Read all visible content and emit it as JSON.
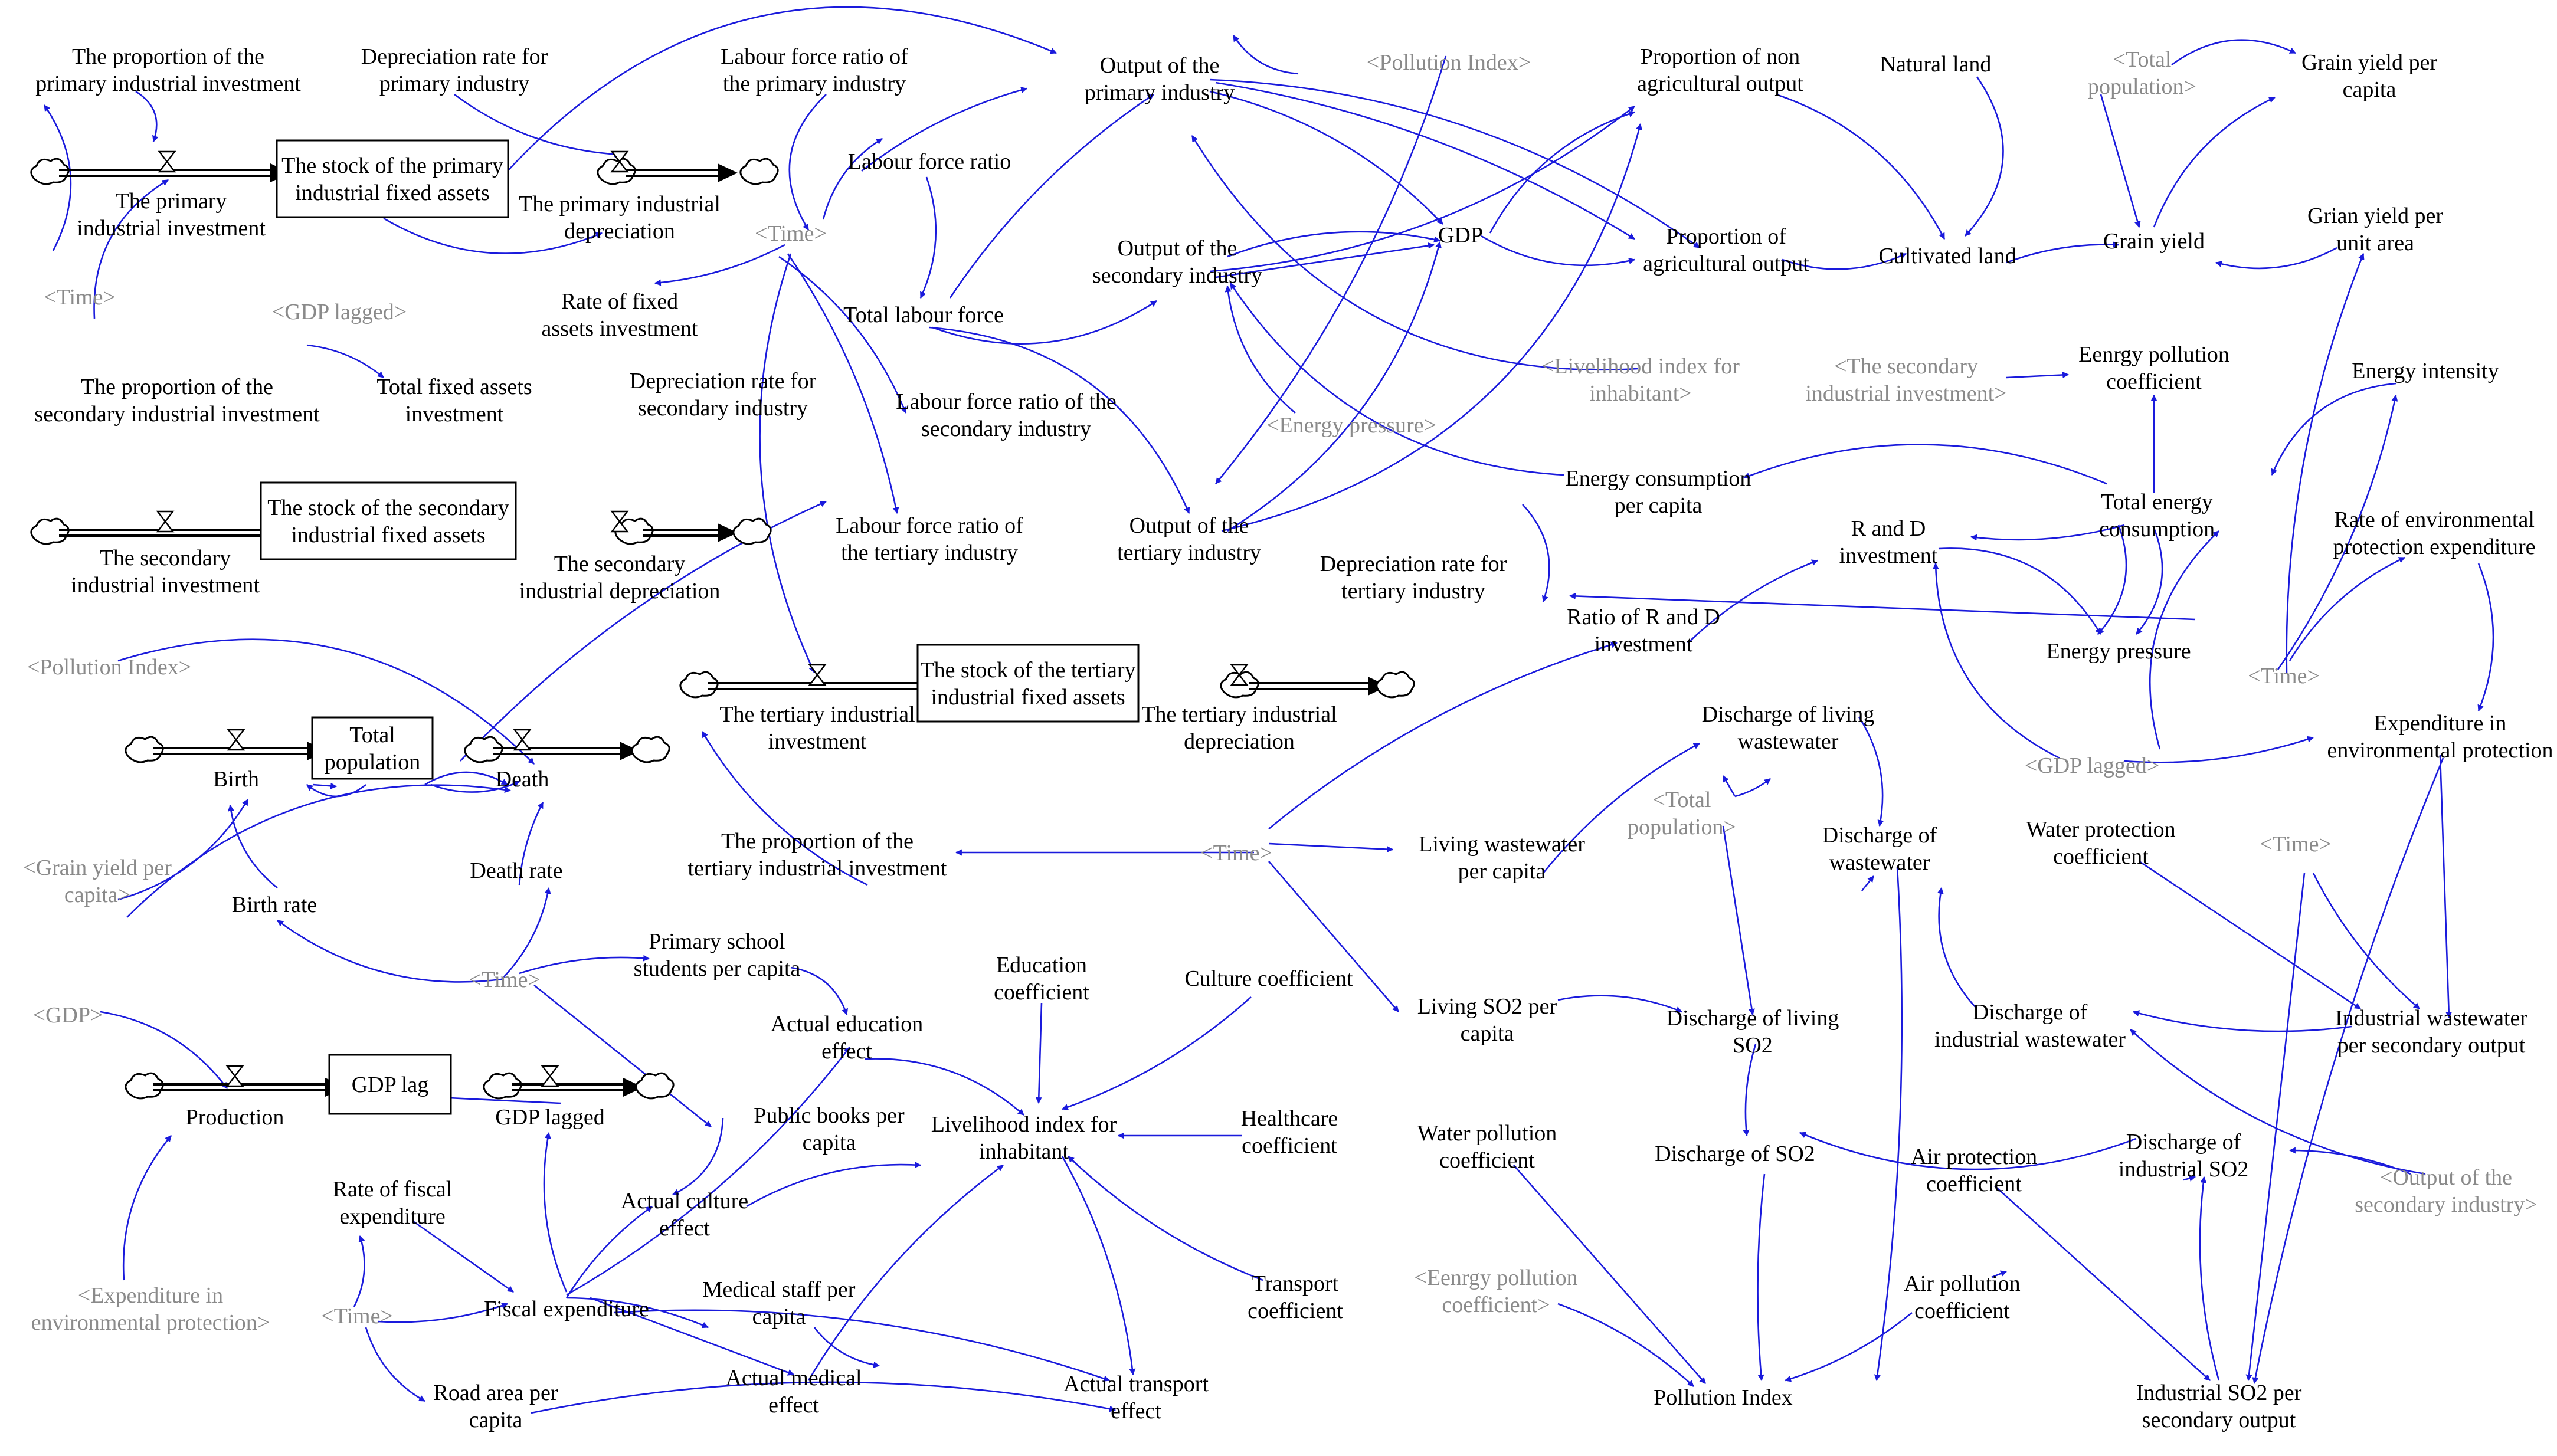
{
  "colors": {
    "background": "#ffffff",
    "variable_text": "#000000",
    "shadow_variable_text": "#8a8a8a",
    "causal_link": "#1a1adc",
    "stock_flow_pipe": "#000000"
  },
  "stocks": [
    {
      "key": "primary_stock",
      "lines": [
        "The stock of the primary",
        "industrial fixed assets"
      ]
    },
    {
      "key": "secondary_stock",
      "lines": [
        "The stock of the secondary",
        "industrial fixed assets"
      ]
    },
    {
      "key": "tertiary_stock",
      "lines": [
        "The stock of the tertiary",
        "industrial fixed assets"
      ]
    },
    {
      "key": "population",
      "lines": [
        "Total",
        "population"
      ]
    },
    {
      "key": "gdp_lag",
      "lines": [
        "GDP lag"
      ]
    }
  ],
  "variables": [
    {
      "key": "prop_primary_inv",
      "shadow": false,
      "lines": [
        "The proportion of the",
        "primary industrial investment"
      ]
    },
    {
      "key": "dep_rate_primary",
      "shadow": false,
      "lines": [
        "Depreciation rate for",
        "primary industry"
      ]
    },
    {
      "key": "labour_ratio_primary",
      "shadow": false,
      "lines": [
        "Labour force ratio of",
        "the primary industry"
      ]
    },
    {
      "key": "output_primary",
      "shadow": false,
      "lines": [
        "Output of the",
        "primary industry"
      ]
    },
    {
      "key": "pollution_index_sh1",
      "shadow": true,
      "lines": [
        "<Pollution Index>"
      ]
    },
    {
      "key": "prop_non_agri",
      "shadow": false,
      "lines": [
        "Proportion of non",
        "agricultural output"
      ]
    },
    {
      "key": "natural_land",
      "shadow": false,
      "lines": [
        "Natural land"
      ]
    },
    {
      "key": "total_pop_sh1",
      "shadow": true,
      "lines": [
        "<Total",
        "population>"
      ]
    },
    {
      "key": "grain_yield_pc",
      "shadow": false,
      "lines": [
        "Grain yield per",
        "capita"
      ]
    },
    {
      "key": "primary_inv_flow",
      "shadow": false,
      "lines": [
        "The primary",
        "industrial investment"
      ]
    },
    {
      "key": "primary_dep_flow",
      "shadow": false,
      "lines": [
        "The primary industrial",
        "depreciation"
      ]
    },
    {
      "key": "labour_force_ratio",
      "shadow": false,
      "lines": [
        "Labour force ratio"
      ]
    },
    {
      "key": "time_sh1",
      "shadow": true,
      "lines": [
        "<Time>"
      ]
    },
    {
      "key": "output_secondary",
      "shadow": false,
      "lines": [
        "Output of the",
        "secondary industry"
      ]
    },
    {
      "key": "gdp",
      "shadow": false,
      "lines": [
        "GDP"
      ]
    },
    {
      "key": "prop_agri",
      "shadow": false,
      "lines": [
        "Proportion of",
        "agricultural output"
      ]
    },
    {
      "key": "cultivated_land",
      "shadow": false,
      "lines": [
        "Cultivated land"
      ]
    },
    {
      "key": "grain_yield",
      "shadow": false,
      "lines": [
        "Grain yield"
      ]
    },
    {
      "key": "grain_yield_area",
      "shadow": false,
      "lines": [
        "Grian yield per",
        "unit area"
      ]
    },
    {
      "key": "time_sh2",
      "shadow": true,
      "lines": [
        "<Time>"
      ]
    },
    {
      "key": "gdp_lagged_sh1",
      "shadow": true,
      "lines": [
        "<GDP lagged>"
      ]
    },
    {
      "key": "rate_fixed_assets",
      "shadow": false,
      "lines": [
        "Rate of fixed",
        "assets investment"
      ]
    },
    {
      "key": "total_labour",
      "shadow": false,
      "lines": [
        "Total labour force"
      ]
    },
    {
      "key": "prop_secondary_inv",
      "shadow": false,
      "lines": [
        "The proportion of the",
        "secondary industrial investment"
      ]
    },
    {
      "key": "total_fixed_inv",
      "shadow": false,
      "lines": [
        "Total fixed assets",
        "investment"
      ]
    },
    {
      "key": "dep_rate_secondary",
      "shadow": false,
      "lines": [
        "Depreciation rate for",
        "secondary industry"
      ]
    },
    {
      "key": "labour_ratio_secondary",
      "shadow": false,
      "lines": [
        "Labour force ratio of the",
        "secondary industry"
      ]
    },
    {
      "key": "livelihood_sh",
      "shadow": true,
      "lines": [
        "<Livelihood index for",
        "inhabitant>"
      ]
    },
    {
      "key": "secondary_inv_sh1",
      "shadow": true,
      "lines": [
        "<The secondary",
        "industrial investment>"
      ]
    },
    {
      "key": "energy_pollution_coef",
      "shadow": false,
      "lines": [
        "Eenrgy pollution",
        "coefficient"
      ]
    },
    {
      "key": "energy_intensity",
      "shadow": false,
      "lines": [
        "Energy intensity"
      ]
    },
    {
      "key": "energy_pressure_sh",
      "shadow": true,
      "lines": [
        "<Energy pressure>"
      ]
    },
    {
      "key": "energy_pc",
      "shadow": false,
      "lines": [
        "Energy consumption",
        "per capita"
      ]
    },
    {
      "key": "total_energy",
      "shadow": false,
      "lines": [
        "Total energy",
        "consumption"
      ]
    },
    {
      "key": "secondary_inv_flow",
      "shadow": false,
      "lines": [
        "The secondary",
        "industrial investment"
      ]
    },
    {
      "key": "secondary_dep_flow",
      "shadow": false,
      "lines": [
        "The secondary",
        "industrial depreciation"
      ]
    },
    {
      "key": "labour_ratio_tertiary",
      "shadow": false,
      "lines": [
        "Labour force ratio of",
        "the tertiary industry"
      ]
    },
    {
      "key": "output_tertiary",
      "shadow": false,
      "lines": [
        "Output of the",
        "tertiary industry"
      ]
    },
    {
      "key": "dep_rate_tertiary",
      "shadow": false,
      "lines": [
        "Depreciation rate for",
        "tertiary industry"
      ]
    },
    {
      "key": "rd_inv",
      "shadow": false,
      "lines": [
        "R and D",
        "investment"
      ]
    },
    {
      "key": "rate_env_exp",
      "shadow": false,
      "lines": [
        "Rate of environmental",
        "protection expenditure"
      ]
    },
    {
      "key": "ratio_rd",
      "shadow": false,
      "lines": [
        "Ratio of R and D",
        "investment"
      ]
    },
    {
      "key": "energy_pressure",
      "shadow": false,
      "lines": [
        "Energy pressure"
      ]
    },
    {
      "key": "pollution_index_sh2",
      "shadow": true,
      "lines": [
        "<Pollution Index>"
      ]
    },
    {
      "key": "time_sh3",
      "shadow": true,
      "lines": [
        "<Time>"
      ]
    },
    {
      "key": "tertiary_inv_flow",
      "shadow": false,
      "lines": [
        "The tertiary industrial",
        "investment"
      ]
    },
    {
      "key": "tertiary_dep_flow",
      "shadow": false,
      "lines": [
        "The tertiary industrial",
        "depreciation"
      ]
    },
    {
      "key": "discharge_living_ww",
      "shadow": false,
      "lines": [
        "Discharge of living",
        "wastewater"
      ]
    },
    {
      "key": "exp_env",
      "shadow": false,
      "lines": [
        "Expenditure in",
        "environmental protection"
      ]
    },
    {
      "key": "birth",
      "shadow": false,
      "lines": [
        "Birth"
      ]
    },
    {
      "key": "death",
      "shadow": false,
      "lines": [
        "Death"
      ]
    },
    {
      "key": "gdp_lagged_sh2",
      "shadow": true,
      "lines": [
        "<GDP lagged>"
      ]
    },
    {
      "key": "total_pop_sh2",
      "shadow": true,
      "lines": [
        "<Total",
        "population>"
      ]
    },
    {
      "key": "discharge_ww",
      "shadow": false,
      "lines": [
        "Discharge of",
        "wastewater"
      ]
    },
    {
      "key": "water_protect_coef",
      "shadow": false,
      "lines": [
        "Water protection",
        "coefficient"
      ]
    },
    {
      "key": "time_sh4",
      "shadow": true,
      "lines": [
        "<Time>"
      ]
    },
    {
      "key": "grain_pc_sh",
      "shadow": true,
      "lines": [
        "<Grain yield per",
        "capita>"
      ]
    },
    {
      "key": "birth_rate",
      "shadow": false,
      "lines": [
        "Birth rate"
      ]
    },
    {
      "key": "death_rate",
      "shadow": false,
      "lines": [
        "Death rate"
      ]
    },
    {
      "key": "prop_tertiary_inv",
      "shadow": false,
      "lines": [
        "The proportion of the",
        "tertiary industrial investment"
      ]
    },
    {
      "key": "time_sh5",
      "shadow": true,
      "lines": [
        "<Time>"
      ]
    },
    {
      "key": "living_ww_pc",
      "shadow": false,
      "lines": [
        "Living wastewater",
        "per capita"
      ]
    },
    {
      "key": "time_sh6",
      "shadow": true,
      "lines": [
        "<Time>"
      ]
    },
    {
      "key": "primary_students",
      "shadow": false,
      "lines": [
        "Primary school",
        "students per capita"
      ]
    },
    {
      "key": "education_coef",
      "shadow": false,
      "lines": [
        "Education",
        "coefficient"
      ]
    },
    {
      "key": "culture_coef",
      "shadow": false,
      "lines": [
        "Culture coefficient"
      ]
    },
    {
      "key": "living_so2_pc",
      "shadow": false,
      "lines": [
        "Living SO2 per",
        "capita"
      ]
    },
    {
      "key": "discharge_living_so2",
      "shadow": false,
      "lines": [
        "Discharge of living",
        "SO2"
      ]
    },
    {
      "key": "discharge_ind_ww",
      "shadow": false,
      "lines": [
        "Discharge of",
        "industrial wastewater"
      ]
    },
    {
      "key": "ind_ww_per_output",
      "shadow": false,
      "lines": [
        "Industrial wastewater",
        "per secondary output"
      ]
    },
    {
      "key": "gdp_sh",
      "shadow": true,
      "lines": [
        "<GDP>"
      ]
    },
    {
      "key": "actual_education",
      "shadow": false,
      "lines": [
        "Actual education",
        "effect"
      ]
    },
    {
      "key": "production",
      "shadow": false,
      "lines": [
        "Production"
      ]
    },
    {
      "key": "gdp_lagged",
      "shadow": false,
      "lines": [
        "GDP lagged"
      ]
    },
    {
      "key": "public_books",
      "shadow": false,
      "lines": [
        "Public books per",
        "capita"
      ]
    },
    {
      "key": "livelihood",
      "shadow": false,
      "lines": [
        "Livelihood index for",
        "inhabitant"
      ]
    },
    {
      "key": "healthcare_coef",
      "shadow": false,
      "lines": [
        "Healthcare",
        "coefficient"
      ]
    },
    {
      "key": "water_pollution_coef",
      "shadow": false,
      "lines": [
        "Water pollution",
        "coefficient"
      ]
    },
    {
      "key": "discharge_so2",
      "shadow": false,
      "lines": [
        "Discharge of SO2"
      ]
    },
    {
      "key": "air_protect_coef",
      "shadow": false,
      "lines": [
        "Air protection",
        "coefficient"
      ]
    },
    {
      "key": "discharge_ind_so2",
      "shadow": false,
      "lines": [
        "Discharge of",
        "industrial SO2"
      ]
    },
    {
      "key": "output_secondary_sh",
      "shadow": true,
      "lines": [
        "<Output of the",
        "secondary industry>"
      ]
    },
    {
      "key": "rate_fiscal",
      "shadow": false,
      "lines": [
        "Rate of fiscal",
        "expenditure"
      ]
    },
    {
      "key": "actual_culture",
      "shadow": false,
      "lines": [
        "Actual culture",
        "effect"
      ]
    },
    {
      "key": "exp_env_sh",
      "shadow": true,
      "lines": [
        "<Expenditure in",
        "environmental protection>"
      ]
    },
    {
      "key": "transport_coef",
      "shadow": false,
      "lines": [
        "Transport",
        "coefficient"
      ]
    },
    {
      "key": "energy_pollution_coef_sh",
      "shadow": true,
      "lines": [
        "<Eenrgy pollution",
        "coefficient>"
      ]
    },
    {
      "key": "air_pollution_coef",
      "shadow": false,
      "lines": [
        "Air pollution",
        "coefficient"
      ]
    },
    {
      "key": "time_sh7",
      "shadow": true,
      "lines": [
        "<Time>"
      ]
    },
    {
      "key": "fiscal_exp",
      "shadow": false,
      "lines": [
        "Fiscal expenditure"
      ]
    },
    {
      "key": "medical_staff",
      "shadow": false,
      "lines": [
        "Medical staff per",
        "capita"
      ]
    },
    {
      "key": "actual_medical",
      "shadow": false,
      "lines": [
        "Actual medical",
        "effect"
      ]
    },
    {
      "key": "actual_transport",
      "shadow": false,
      "lines": [
        "Actual transport",
        "effect"
      ]
    },
    {
      "key": "road_area",
      "shadow": false,
      "lines": [
        "Road area per",
        "capita"
      ]
    },
    {
      "key": "pollution_index",
      "shadow": false,
      "lines": [
        "Pollution Index"
      ]
    },
    {
      "key": "ind_so2_per_output",
      "shadow": false,
      "lines": [
        "Industrial SO2 per",
        "secondary output"
      ]
    }
  ]
}
